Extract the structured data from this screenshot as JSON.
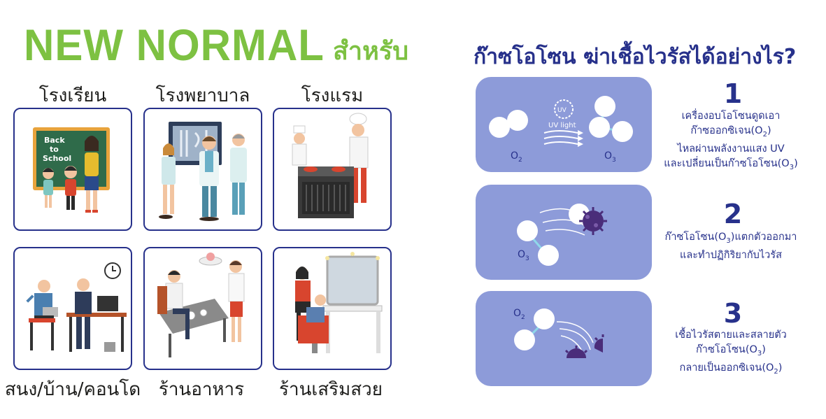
{
  "left": {
    "title_en": "NEW NORMAL",
    "title_th": "สำหรับ",
    "categories_top": [
      "โรงเรียน",
      "โรงพยาบาล",
      "โรงแรม"
    ],
    "categories_bottom": [
      "สนง/บ้าน/คอนโด",
      "ร้านอาหาร",
      "ร้านเสริมสวย"
    ],
    "chalkboard_text": [
      "Back",
      "to",
      "School"
    ]
  },
  "right": {
    "title": "ก๊าซโอโซน ฆ่าเชื้อไวรัสได้อย่างไร?",
    "panel1": {
      "left_label": "O",
      "left_sub": "2",
      "right_label": "O",
      "right_sub": "3",
      "uv_badge": "UV",
      "uv_text": "UV light"
    },
    "panel2": {
      "label": "O",
      "sub": "3"
    },
    "panel3": {
      "label": "O",
      "sub": "2"
    },
    "steps": [
      {
        "number": "1",
        "line1": "เครื่องอบโอโซนดูดเอา",
        "line2_pre": "ก๊าซออกซิเจน(O",
        "line2_sub": "2",
        "line2_post": ")",
        "line3": "ไหลผ่านพลังงานแสง UV",
        "line4_pre": "และเปลี่ยนเป็นก๊าซโอโซน(O",
        "line4_sub": "3",
        "line4_post": ")"
      },
      {
        "number": "2",
        "line1_pre": "ก๊าซโอโซน(O",
        "line1_sub": "3",
        "line1_post": ")แตกตัวออกมา",
        "line2": "และทำปฏิกิริยากับไวรัส"
      },
      {
        "number": "3",
        "line1": "เชื้อไวรัสตายและสลายตัว",
        "line2_pre": "ก๊าซโอโซน(O",
        "line2_sub": "3",
        "line2_post": ")",
        "line3_pre": "กลายเป็นออกซิเจน(O",
        "line3_sub": "2",
        "line3_post": ")"
      }
    ]
  },
  "colors": {
    "green": "#7dc142",
    "navy": "#27318b",
    "panel": "#8d9bd9",
    "virus": "#4a2d7a"
  }
}
